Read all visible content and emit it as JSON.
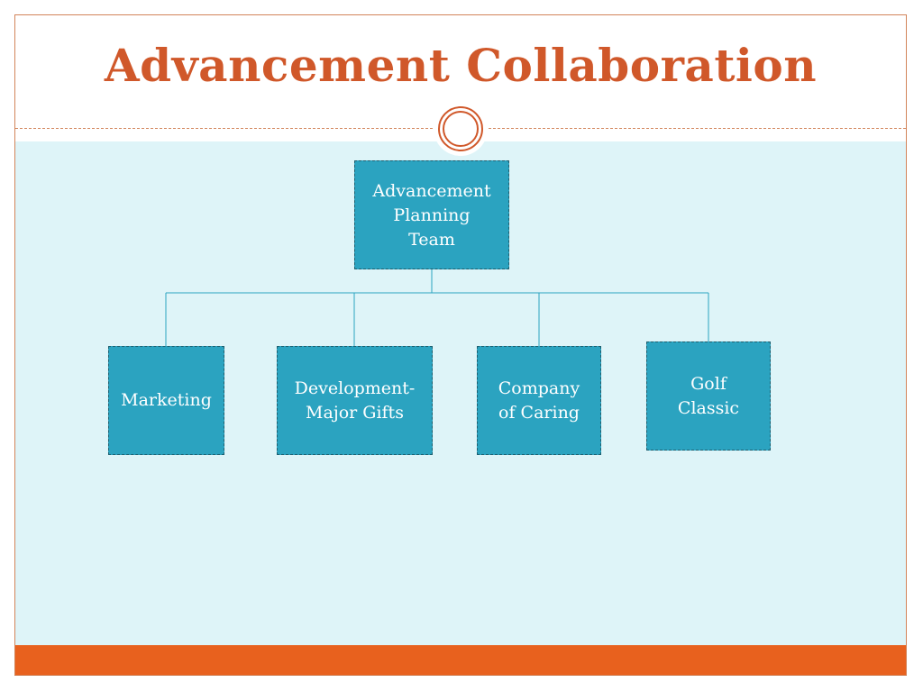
{
  "slide": {
    "title": "Advancement Collaboration"
  },
  "org_chart": {
    "root": {
      "label": "Advancement\nPlanning\nTeam"
    },
    "children": [
      {
        "label": "Marketing"
      },
      {
        "label": "Development-\nMajor Gifts"
      },
      {
        "label": "Company\nof Caring"
      },
      {
        "label": "Golf\nClassic"
      }
    ]
  },
  "colors": {
    "title": "#d0582a",
    "accent_bar": "#e8611e",
    "content_background": "#def4f8",
    "box_fill": "#2ba3c0",
    "connector": "#2ba3c0"
  }
}
